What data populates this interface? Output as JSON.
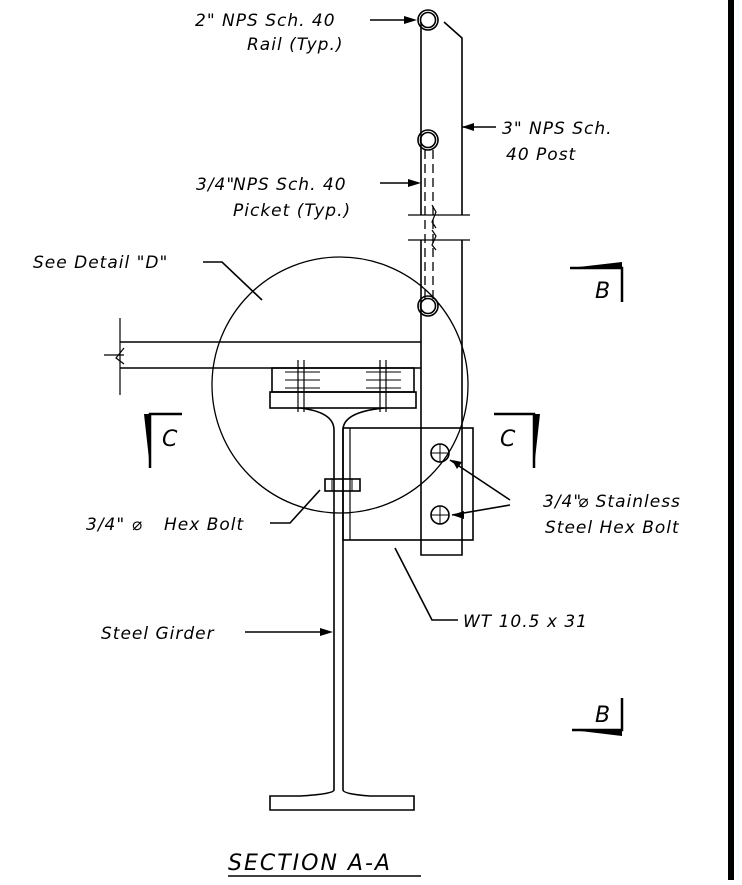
{
  "drawing": {
    "title": "SECTION A-A",
    "labels": {
      "rail": [
        "2\" NPS Sch. 40",
        "Rail (Typ.)"
      ],
      "post": [
        "3\" NPS Sch.",
        "40 Post"
      ],
      "picket": [
        "NPS Sch. 40",
        "Picket (Typ.)"
      ],
      "picket_fraction": "3/4\"",
      "detail": "See Detail \"D\"",
      "hex_bolt": "Hex Bolt",
      "hex_bolt_fraction": "3/4\" ⌀",
      "stainless": [
        "⌀ Stainless",
        "Steel Hex Bolt"
      ],
      "stainless_fraction": "3/4\"",
      "wt": "WT 10.5 x 31",
      "girder": "Steel Girder"
    },
    "section_markers": {
      "b_top": "B",
      "b_bottom": "B",
      "c_left": "C",
      "c_right": "C"
    },
    "colors": {
      "line": "#000000",
      "background": "#ffffff"
    }
  }
}
